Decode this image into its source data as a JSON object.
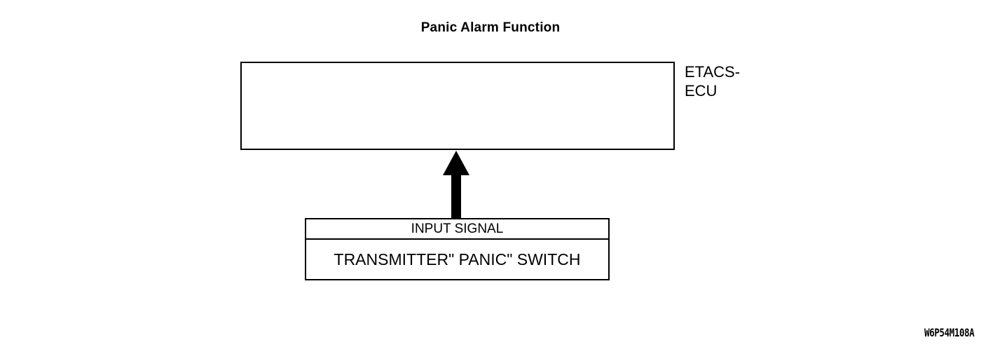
{
  "diagram": {
    "title": "Panic Alarm Function",
    "reference_code": "W6P54M108A",
    "line_color": "#000000",
    "background_color": "#ffffff"
  },
  "ecu": {
    "label": "ETACS-\nECU",
    "label_line1": "ETACS-",
    "label_line2": "ECU",
    "box_content": ""
  },
  "input_signal": {
    "header": "INPUT SIGNAL",
    "item": "TRANSMITTER\" PANIC\" SWITCH"
  },
  "arrow": {
    "name": "input-signal-arrow",
    "direction": "up",
    "color": "#000000"
  }
}
